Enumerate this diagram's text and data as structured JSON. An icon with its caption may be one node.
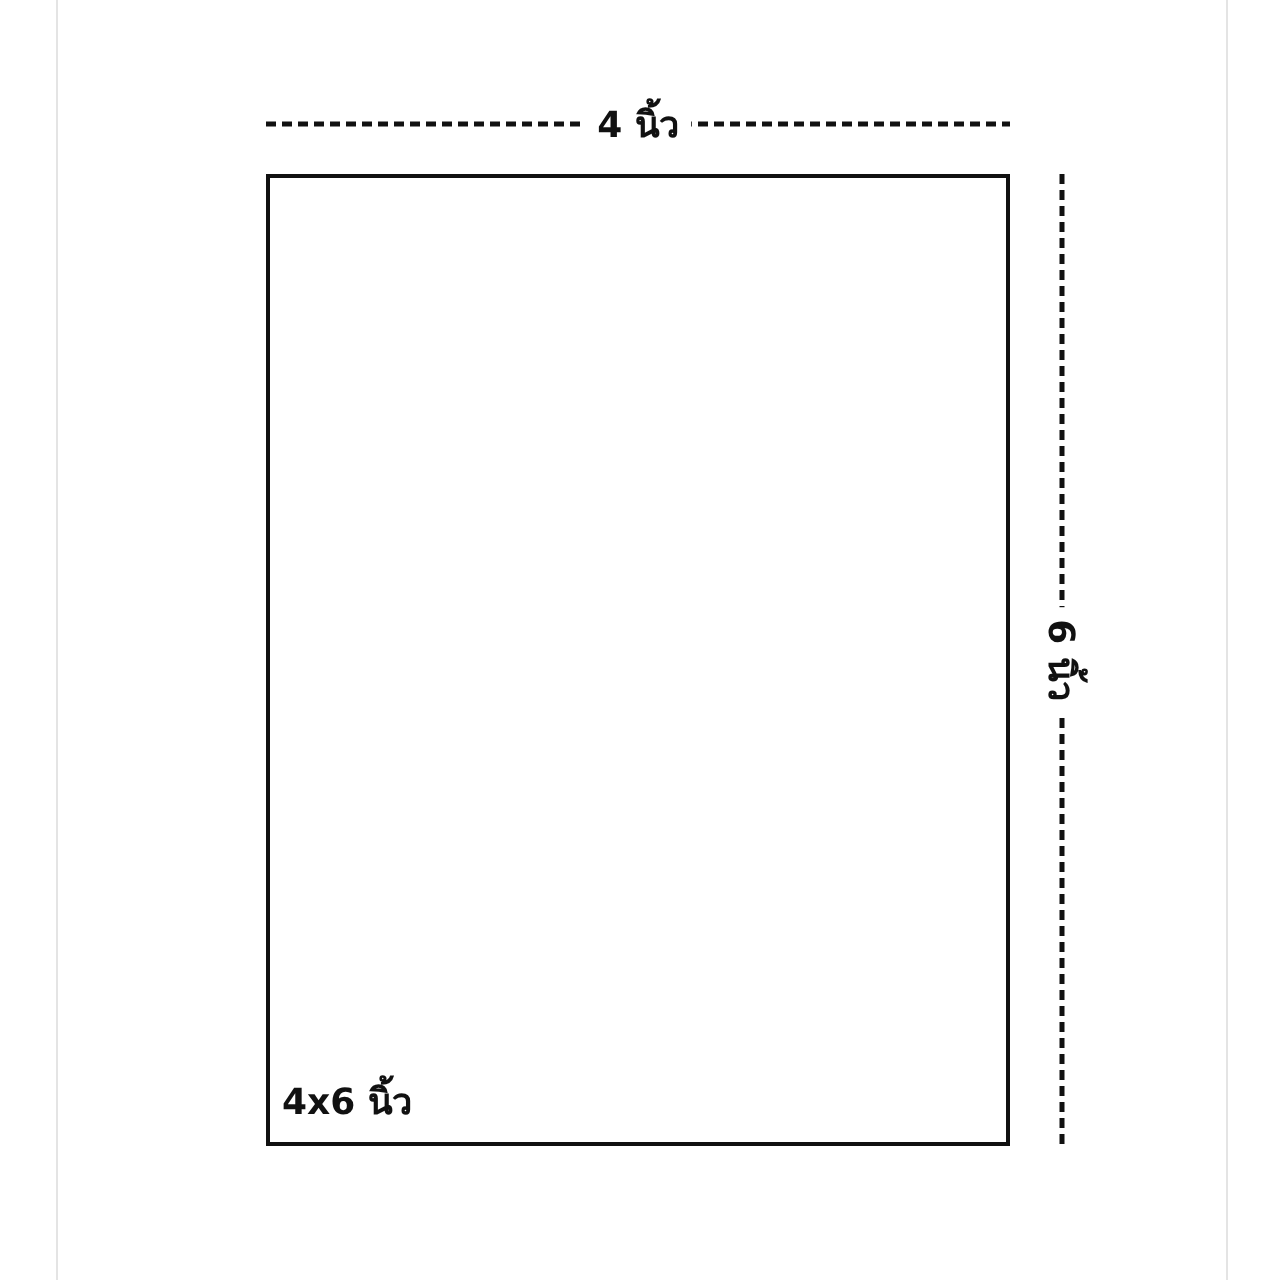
{
  "diagram": {
    "nodes": [
      {
        "text": [
          "4x6 นิ้ว"
        ]
      }
    ],
    "labels": [
      "4 นิ้ว",
      "6 นิ้ว"
    ]
  }
}
